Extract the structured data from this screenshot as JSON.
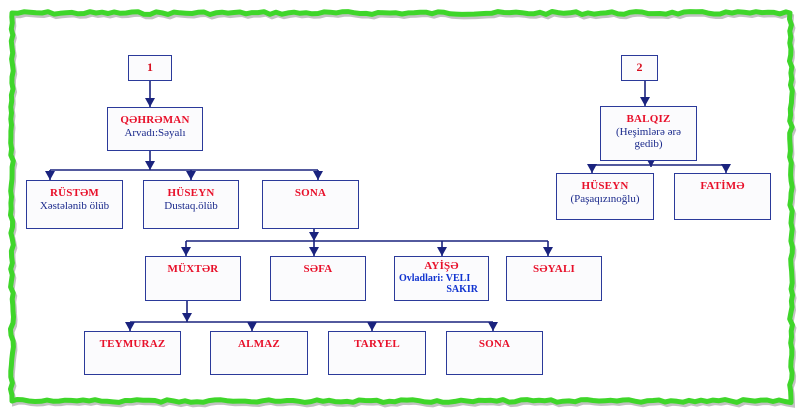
{
  "colors": {
    "frame": "#3fd62a",
    "box_border": "#2b3a9a",
    "name_text": "#e8102a",
    "note_text": "#1b2a8c",
    "children_text": "#1033d0",
    "connector": "#1a237e"
  },
  "tree1": {
    "label": "1",
    "root": {
      "name": "QƏHRƏMAN",
      "note": "Arvadı:Səyalı"
    },
    "children": [
      {
        "name": "RÜSTƏM",
        "note": "Xəstələnib ölüb"
      },
      {
        "name": "HÜSEYN",
        "note": "Dustaq.ölüb"
      },
      {
        "name": "SONA",
        "note": ""
      }
    ],
    "sona_children": [
      {
        "name": "MÜXTƏR"
      },
      {
        "name": "SƏFA"
      },
      {
        "name": "AYİŞƏ",
        "children_label": "Ovladlari:",
        "children": [
          "VELI",
          "SAKIR"
        ]
      },
      {
        "name": "SƏYALI"
      }
    ],
    "muxter_children": [
      {
        "name": "TEYMURAZ"
      },
      {
        "name": "ALMAZ"
      },
      {
        "name": "TARYEL"
      },
      {
        "name": "SONA"
      }
    ]
  },
  "tree2": {
    "label": "2",
    "root": {
      "name": "BALQIZ",
      "note_line1": "(Heşimlərə ərə",
      "note_line2": "gedib)"
    },
    "children": [
      {
        "name": "HÜSEYN",
        "note": "(Paşaqızınoğlu)"
      },
      {
        "name": "FATİMƏ",
        "note": ""
      }
    ]
  }
}
